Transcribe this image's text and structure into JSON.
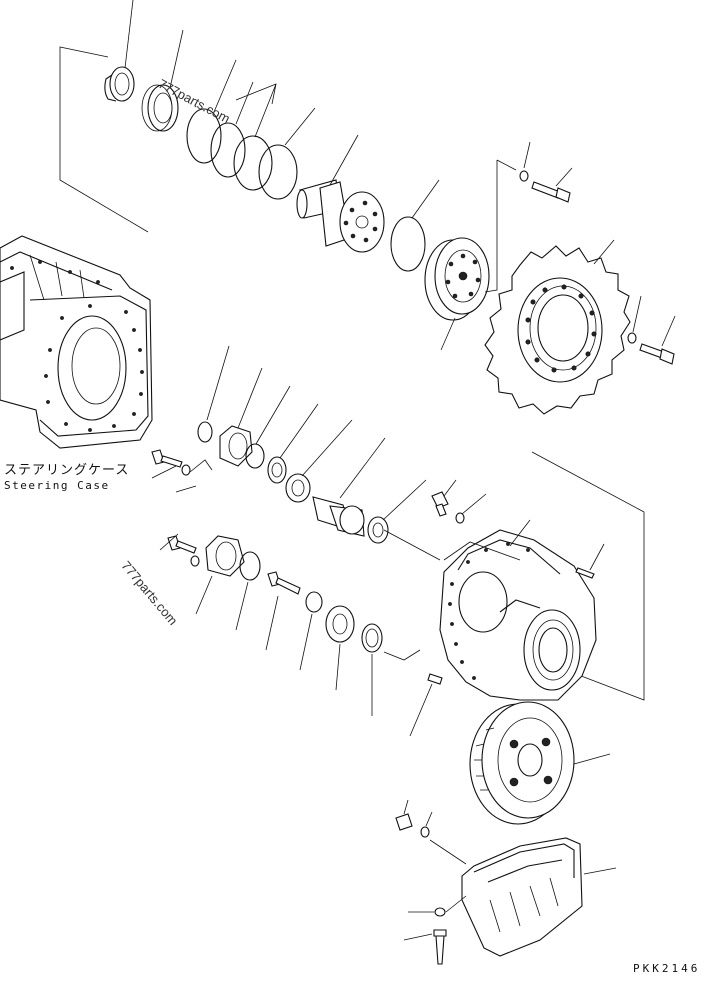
{
  "diagram": {
    "labels": {
      "steering_case_jp": "ステアリングケース",
      "steering_case_en": "Steering Case"
    },
    "watermarks": [
      "777parts.com",
      "777parts.com"
    ],
    "drawing_code": "PKK2146"
  }
}
